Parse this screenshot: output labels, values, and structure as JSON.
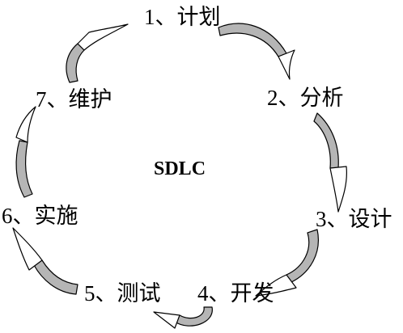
{
  "diagram": {
    "center_label": "SDLC",
    "steps": [
      {
        "label": "1、计划"
      },
      {
        "label": "2、分析"
      },
      {
        "label": "3、设计"
      },
      {
        "label": "4、开发"
      },
      {
        "label": "5、测试"
      },
      {
        "label": "6、实施"
      },
      {
        "label": "7、维护"
      }
    ],
    "colors": {
      "arrow_shaded": "#b5b5b5",
      "arrow_light": "#ffffff",
      "text": "#000000"
    }
  }
}
